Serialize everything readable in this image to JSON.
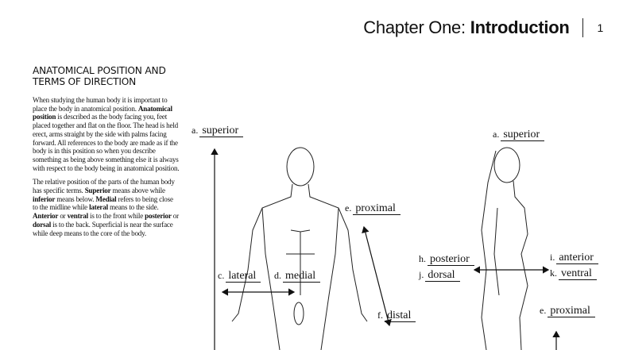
{
  "header": {
    "chapter": "Chapter One:",
    "title": "Introduction",
    "page_number": "1"
  },
  "section": {
    "heading": "ANATOMICAL POSITION AND TERMS OF DIRECTION",
    "paragraphs": [
      [
        {
          "t": "When studying the human body it is important to place the body in anatomical position. ",
          "b": false
        },
        {
          "t": "Anatomical position",
          "b": true
        },
        {
          "t": " is described as the body facing you, feet placed together and flat on the floor. The head is held erect, arms straight by the side with palms facing forward. All references to the body are made as if the body is in this position so when you describe something as being above something else it is always with respect to the body being in anatomical position.",
          "b": false
        }
      ],
      [
        {
          "t": "The relative position of the parts of the human body has specific terms. ",
          "b": false
        },
        {
          "t": "Superior",
          "b": true
        },
        {
          "t": " means above while ",
          "b": false
        },
        {
          "t": "inferior",
          "b": true
        },
        {
          "t": " means below. ",
          "b": false
        },
        {
          "t": "Medial",
          "b": true
        },
        {
          "t": " refers to being close to the midline while ",
          "b": false
        },
        {
          "t": "lateral",
          "b": true
        },
        {
          "t": " means to the side. ",
          "b": false
        },
        {
          "t": "Anterior",
          "b": true
        },
        {
          "t": " or ",
          "b": false
        },
        {
          "t": "ventral",
          "b": true
        },
        {
          "t": " is to the front while ",
          "b": false
        },
        {
          "t": "posterior",
          "b": true
        },
        {
          "t": " or ",
          "b": false
        },
        {
          "t": "dorsal",
          "b": true
        },
        {
          "t": " is to the back. Superficial is near the surface while deep means to the core of the body.",
          "b": false
        }
      ]
    ]
  },
  "figure": {
    "front_labels": [
      {
        "letter": "a.",
        "word": "superior"
      },
      {
        "letter": "e.",
        "word": "proximal"
      },
      {
        "letter": "c.",
        "word": "lateral"
      },
      {
        "letter": "d.",
        "word": "medial"
      },
      {
        "letter": "f.",
        "word": "distal"
      }
    ],
    "side_labels": [
      {
        "letter": "a.",
        "word": "superior"
      },
      {
        "letter": "h.",
        "word": "posterior"
      },
      {
        "letter": "j.",
        "word": "dorsal"
      },
      {
        "letter": "i.",
        "word": "anterior"
      },
      {
        "letter": "k.",
        "word": "ventral"
      },
      {
        "letter": "e.",
        "word": "proximal"
      }
    ]
  }
}
